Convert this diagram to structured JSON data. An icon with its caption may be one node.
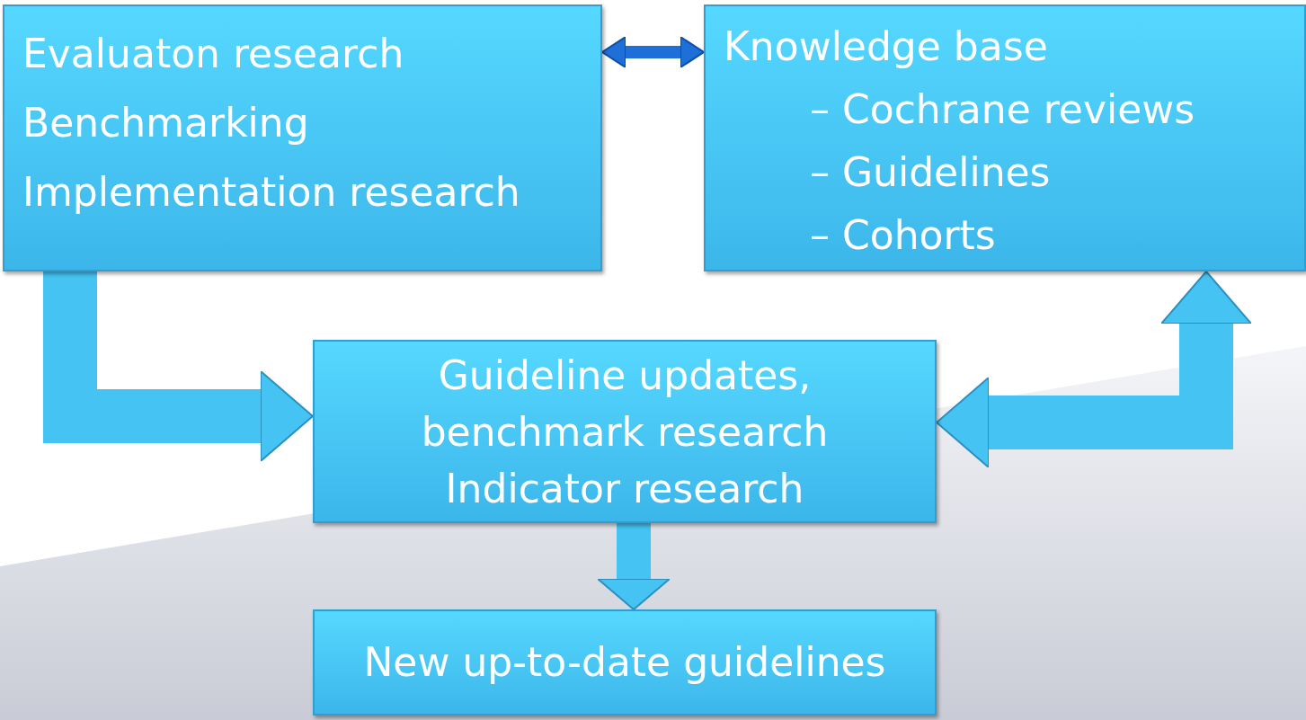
{
  "diagram": {
    "nodes": [
      {
        "text": [
          "Evaluaton research",
          "Benchmarking",
          "Implementation research"
        ]
      },
      {
        "text": [
          "Knowledge base",
          "– Cochrane reviews",
          "– Guidelines",
          "– Cohorts"
        ]
      },
      {
        "text": [
          "Guideline updates, benchmark research",
          "Indicator research"
        ]
      },
      {
        "text": [
          "New up-to-date guidelines"
        ]
      }
    ],
    "edges": [
      {
        "from": 0,
        "to": 1,
        "arrow": "both",
        "color": "#1e6fd8"
      },
      {
        "from": 0,
        "to": 2,
        "arrow": "to"
      },
      {
        "from": 2,
        "to": 1,
        "arrow": "both"
      },
      {
        "from": 2,
        "to": 3,
        "arrow": "to"
      }
    ]
  }
}
